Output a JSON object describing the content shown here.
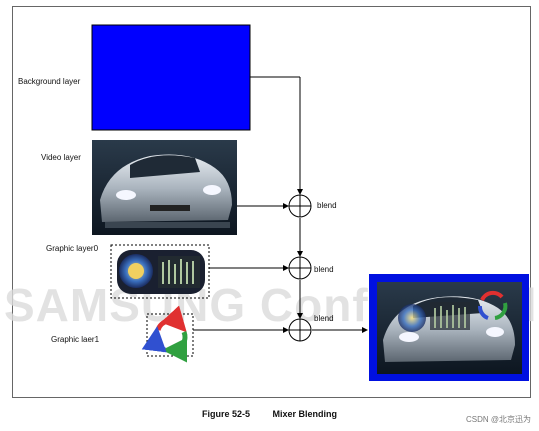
{
  "layers": {
    "background": "Background layer",
    "video": "Video layer",
    "graphic0": "Graphic layer0",
    "graphic1": "Graphic laer1"
  },
  "blend": [
    "blend",
    "blend",
    "blend"
  ],
  "caption": {
    "number": "Figure 52-5",
    "title": "Mixer Blending"
  },
  "watermark": "SAMSUNG Confidential",
  "corner_mark": "CSDN @北京迅为",
  "colors": {
    "background_layer": "#0000ff",
    "output_border": "#0010e0"
  },
  "icons": [
    "car-photo",
    "graphic-widget-icon",
    "recycle-arrows-icon"
  ]
}
